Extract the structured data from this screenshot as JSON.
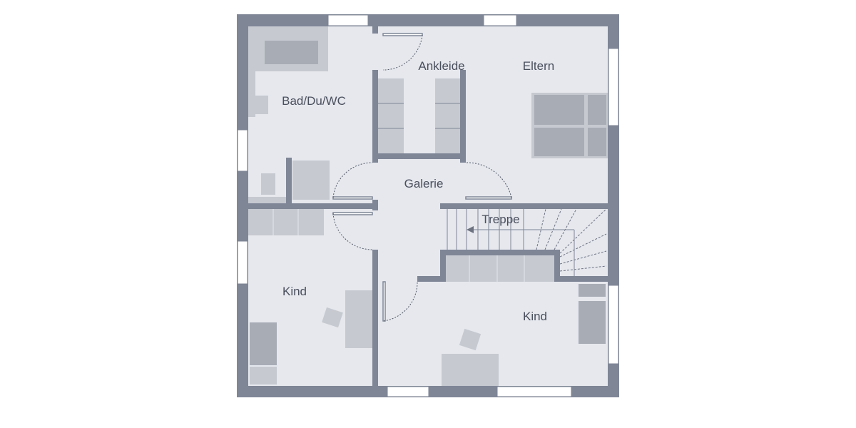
{
  "floor_plan": {
    "rooms": {
      "bath": "Bad/Du/WC",
      "dressing": "Ankleide",
      "parents": "Eltern",
      "gallery": "Galerie",
      "stairs": "Treppe",
      "child_left": "Kind",
      "child_right": "Kind"
    },
    "colors": {
      "wall": "#7f8696",
      "floor": "#e6e8ee",
      "furniture_light": "#c6c9d0",
      "furniture_dark": "#a8acb5"
    }
  }
}
